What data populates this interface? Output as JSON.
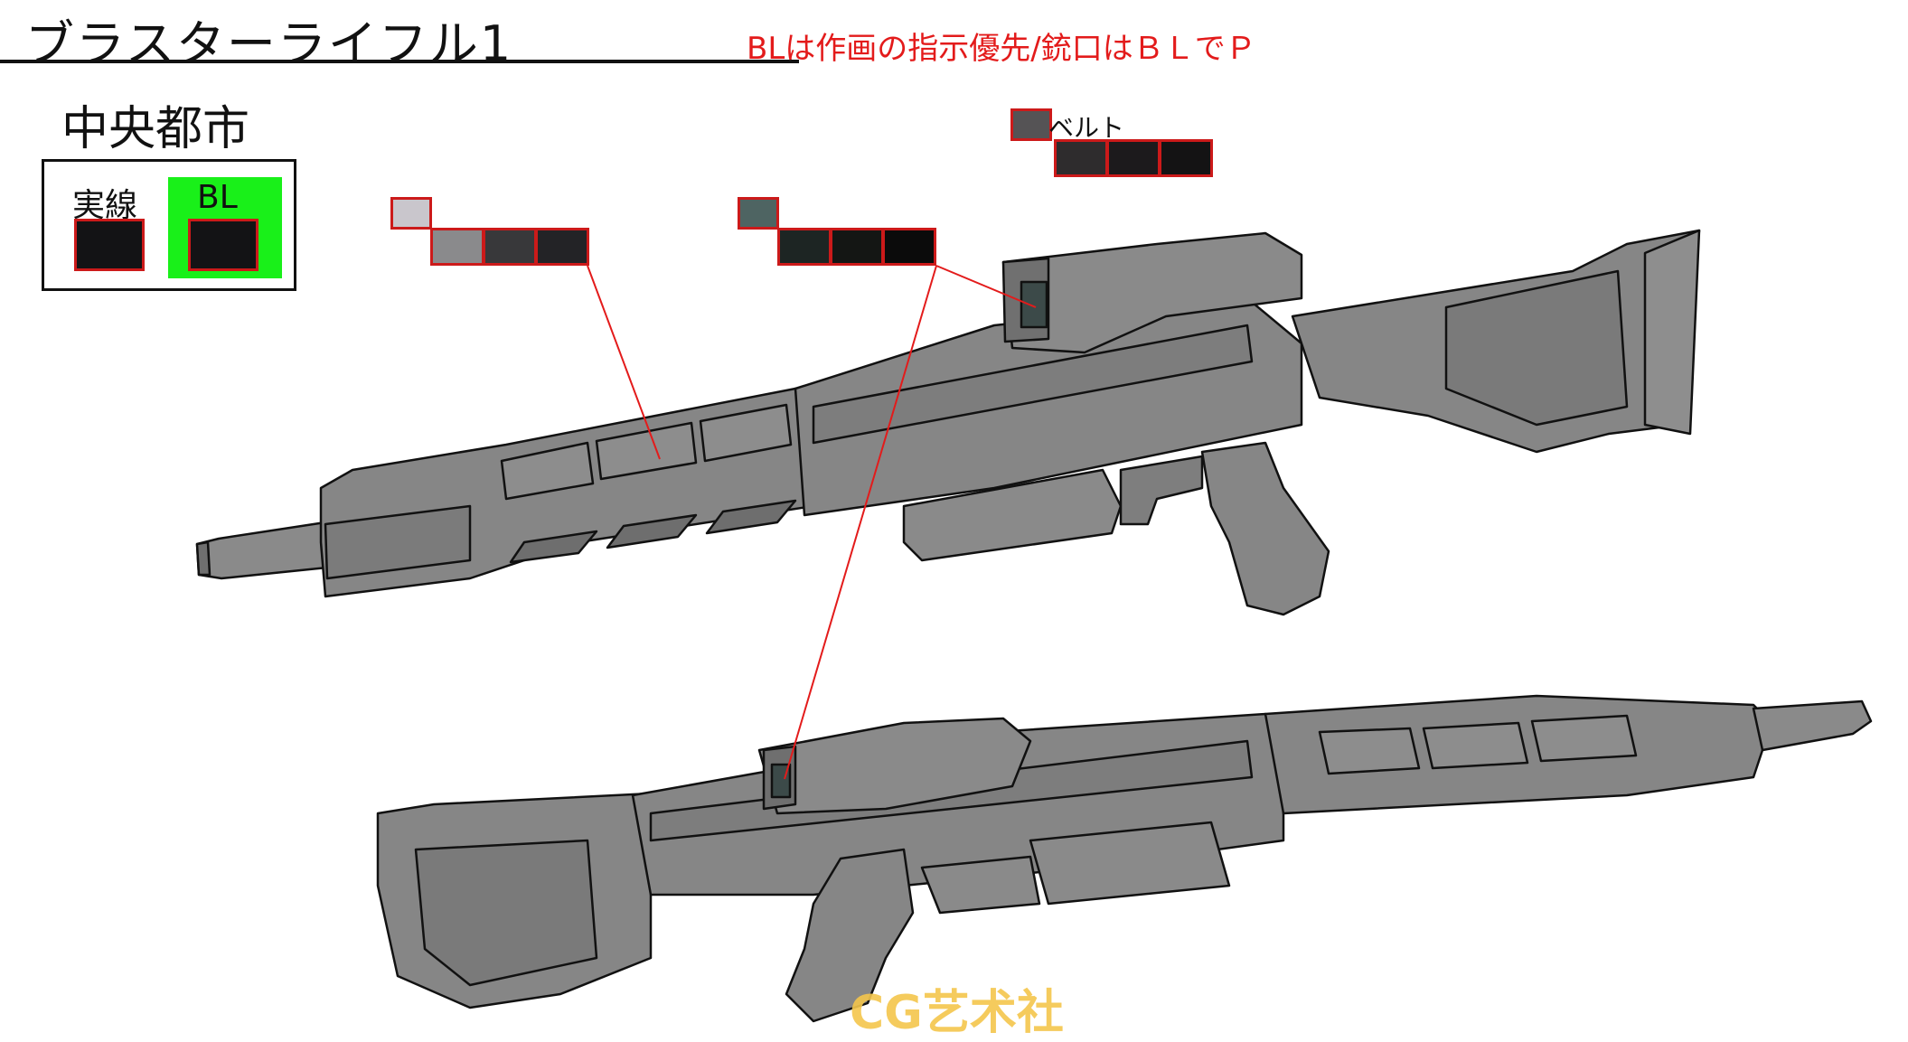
{
  "header": {
    "title": "ブラスターライフル1",
    "note": "BLは作画の指示優先/銃口はＢＬでＰ"
  },
  "subtitle": "中央都市",
  "legend": {
    "line_label": "実線",
    "bl_label": "BL",
    "bl_bg_color": "#19f019",
    "line_swatch": "#131315",
    "bl_swatch": "#131315"
  },
  "palettes": {
    "body": [
      "#c9c6cc",
      "#8a8a8c",
      "#38383a",
      "#232326"
    ],
    "scope": [
      "#4e6462",
      "#1d2523",
      "#141614",
      "#0b0b0b"
    ],
    "belt": [
      "#555355",
      "#2e2c2d",
      "#1c1a1c",
      "#141314"
    ],
    "belt_label": "ベルト"
  },
  "watermark": "CG艺术社"
}
